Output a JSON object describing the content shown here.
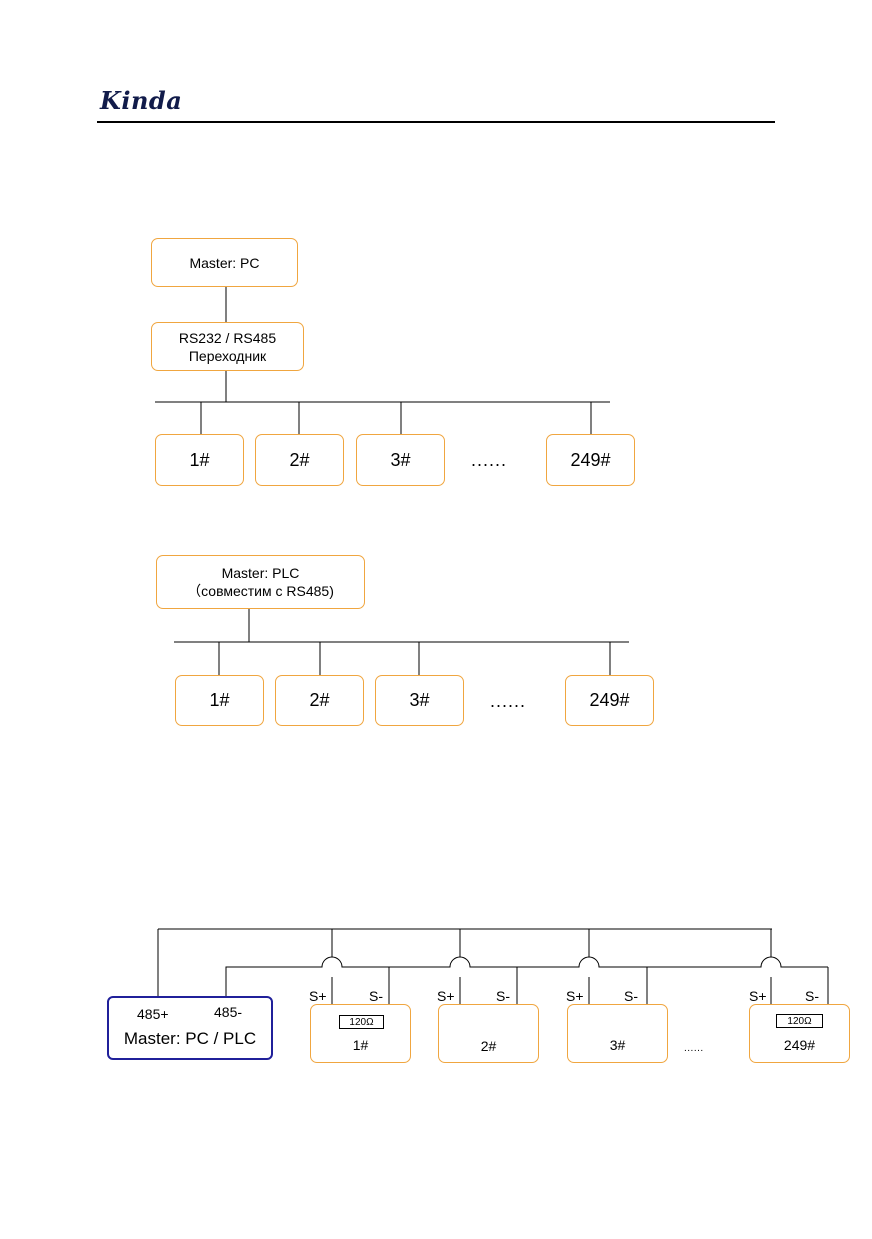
{
  "header": {
    "logo_text": "Kinda"
  },
  "diagram_pc": {
    "master": "Master: PC",
    "converter_line1": "RS232 / RS485",
    "converter_line2": "Переходник",
    "nodes": [
      "1#",
      "2#",
      "3#",
      "249#"
    ],
    "ellipsis": "......"
  },
  "diagram_plc": {
    "master_line1": "Master: PLC",
    "master_line2": "（совместим с RS485)",
    "nodes": [
      "1#",
      "2#",
      "3#",
      "249#"
    ],
    "ellipsis": "......"
  },
  "diagram_wiring": {
    "master_label": "Master: PC / PLC",
    "plus_terminal": "485+",
    "minus_terminal": "485-",
    "s_plus": "S+",
    "s_minus": "S-",
    "resistor": "120Ω",
    "nodes": [
      "1#",
      "2#",
      "3#",
      "249#"
    ],
    "ellipsis": "......"
  },
  "colors": {
    "node_border": "#f0a640",
    "master_border": "#20209a",
    "logo": "#111b4a"
  }
}
